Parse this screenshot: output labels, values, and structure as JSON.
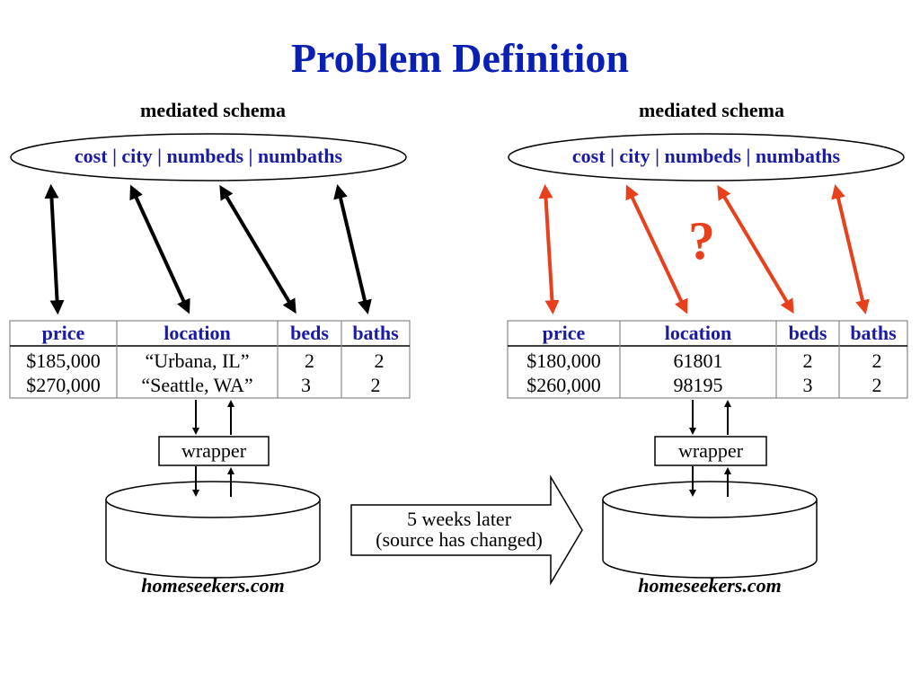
{
  "title": "Problem Definition",
  "left": {
    "schema_label": "mediated schema",
    "schema_fields": "cost | city | numbeds | numbaths",
    "table": {
      "headers": [
        "price",
        "location",
        "beds",
        "baths"
      ],
      "rows": [
        [
          "$185,000",
          "“Urbana, IL”",
          "2",
          "2"
        ],
        [
          "$270,000",
          "“Seattle, WA”",
          "3",
          "2"
        ]
      ]
    },
    "wrapper": "wrapper",
    "source": "homeseekers.com"
  },
  "right": {
    "schema_label": "mediated schema",
    "schema_fields": "cost | city | numbeds | numbaths",
    "question": "?",
    "table": {
      "headers": [
        "price",
        "location",
        "beds",
        "baths"
      ],
      "rows": [
        [
          "$180,000",
          "61801",
          "2",
          "2"
        ],
        [
          "$260,000",
          "98195",
          "3",
          "2"
        ]
      ]
    },
    "wrapper": "wrapper",
    "source": "homeseekers.com"
  },
  "transition": {
    "line1": "5 weeks later",
    "line2": "(source has changed)"
  },
  "colors": {
    "title": "#0a1fb4",
    "schema_text": "#1a1aa8",
    "mapping_left": "#000000",
    "mapping_right": "#e8401c"
  }
}
